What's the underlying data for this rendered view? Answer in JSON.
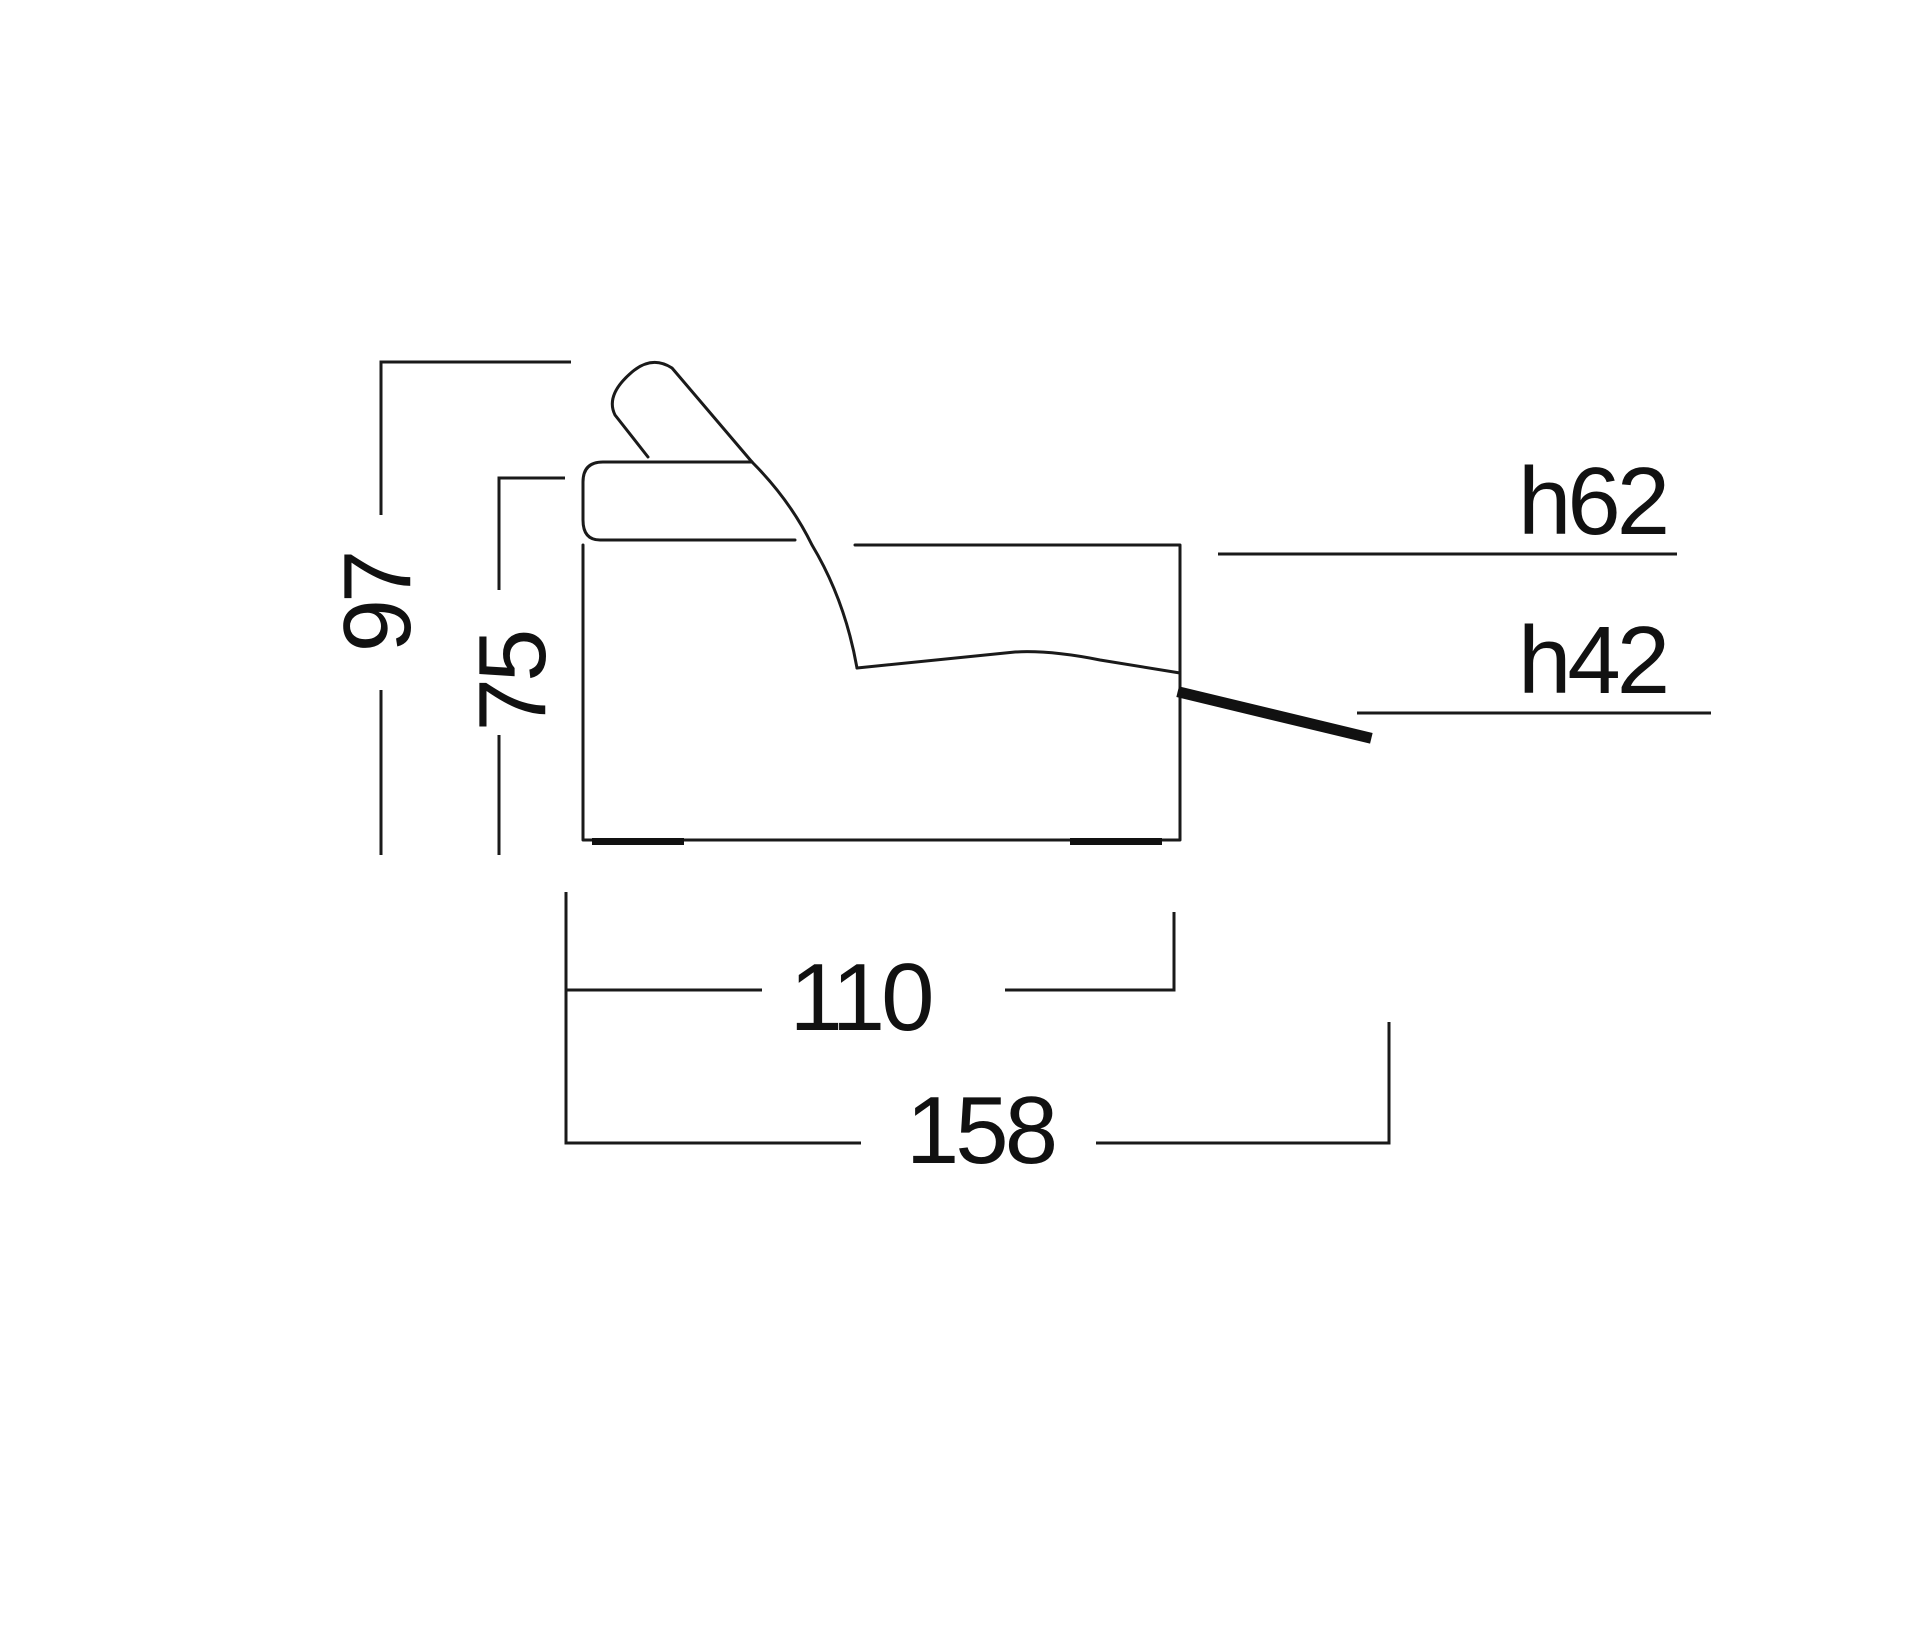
{
  "dimensions": {
    "total_height": "97",
    "arm_height": "75",
    "backrest_height_label": "h62",
    "seat_height_label": "h42",
    "depth_closed": "110",
    "depth_open": "158"
  },
  "colors": {
    "line": "#1a1a1a",
    "background": "#ffffff"
  }
}
